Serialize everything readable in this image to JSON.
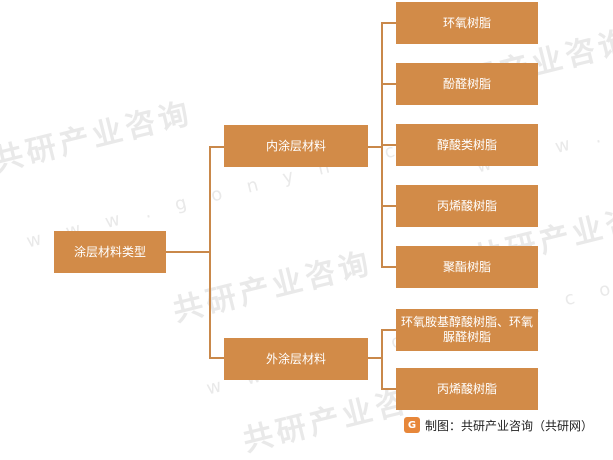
{
  "diagram": {
    "root": "涂层材料类型",
    "branches": [
      {
        "label": "内涂层材料",
        "children": [
          "环氧树脂",
          "酚醛树脂",
          "醇酸类树脂",
          "丙烯酸树脂",
          "聚酯树脂"
        ]
      },
      {
        "label": "外涂层材料",
        "children": [
          "环氧胺基醇酸树脂、环氧脲醛树脂",
          "丙烯酸树脂"
        ]
      }
    ]
  },
  "footer": {
    "caption": "制图：共研产业咨询（共研网）"
  },
  "watermark": {
    "brand": "共研产业咨询",
    "url": "w w w . g o n y n . c o m"
  },
  "colors": {
    "box": "#d28b48",
    "line": "#c9884a",
    "text": "#ffffff"
  }
}
